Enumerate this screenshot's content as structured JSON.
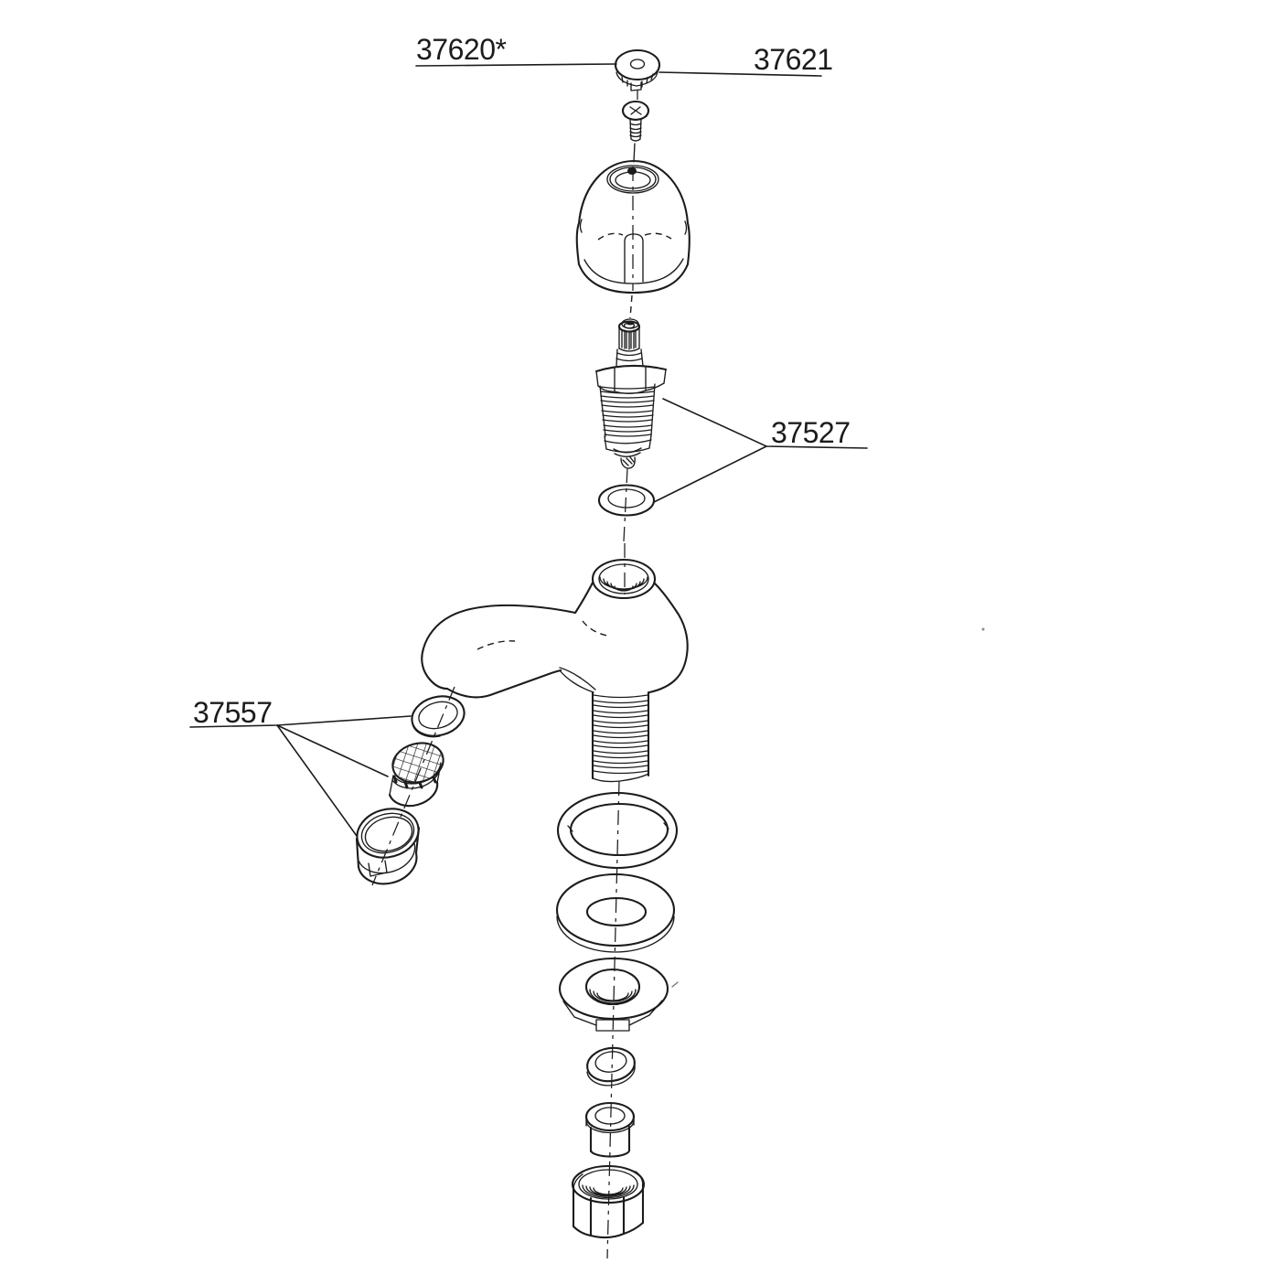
{
  "page": {
    "background": "#ffffff",
    "ink": "#1c1c1c"
  },
  "labels": {
    "part_37620": {
      "text": "37620*"
    },
    "part_37621": {
      "text": "37621"
    },
    "part_37527": {
      "text": "37527"
    },
    "part_37557": {
      "text": "37557"
    }
  },
  "parts": [
    {
      "name": "index-button-cap"
    },
    {
      "name": "handle-screw"
    },
    {
      "name": "handle-knob"
    },
    {
      "name": "valve-cartridge"
    },
    {
      "name": "bonnet-washer"
    },
    {
      "name": "spout-body-with-shank"
    },
    {
      "name": "aerator-gasket"
    },
    {
      "name": "aerator-insert"
    },
    {
      "name": "aerator-shell"
    },
    {
      "name": "shank-ring-gasket"
    },
    {
      "name": "flat-washer"
    },
    {
      "name": "flanged-locknut"
    },
    {
      "name": "cone-washer"
    },
    {
      "name": "sleeve-bushing"
    },
    {
      "name": "coupling-nut"
    }
  ]
}
